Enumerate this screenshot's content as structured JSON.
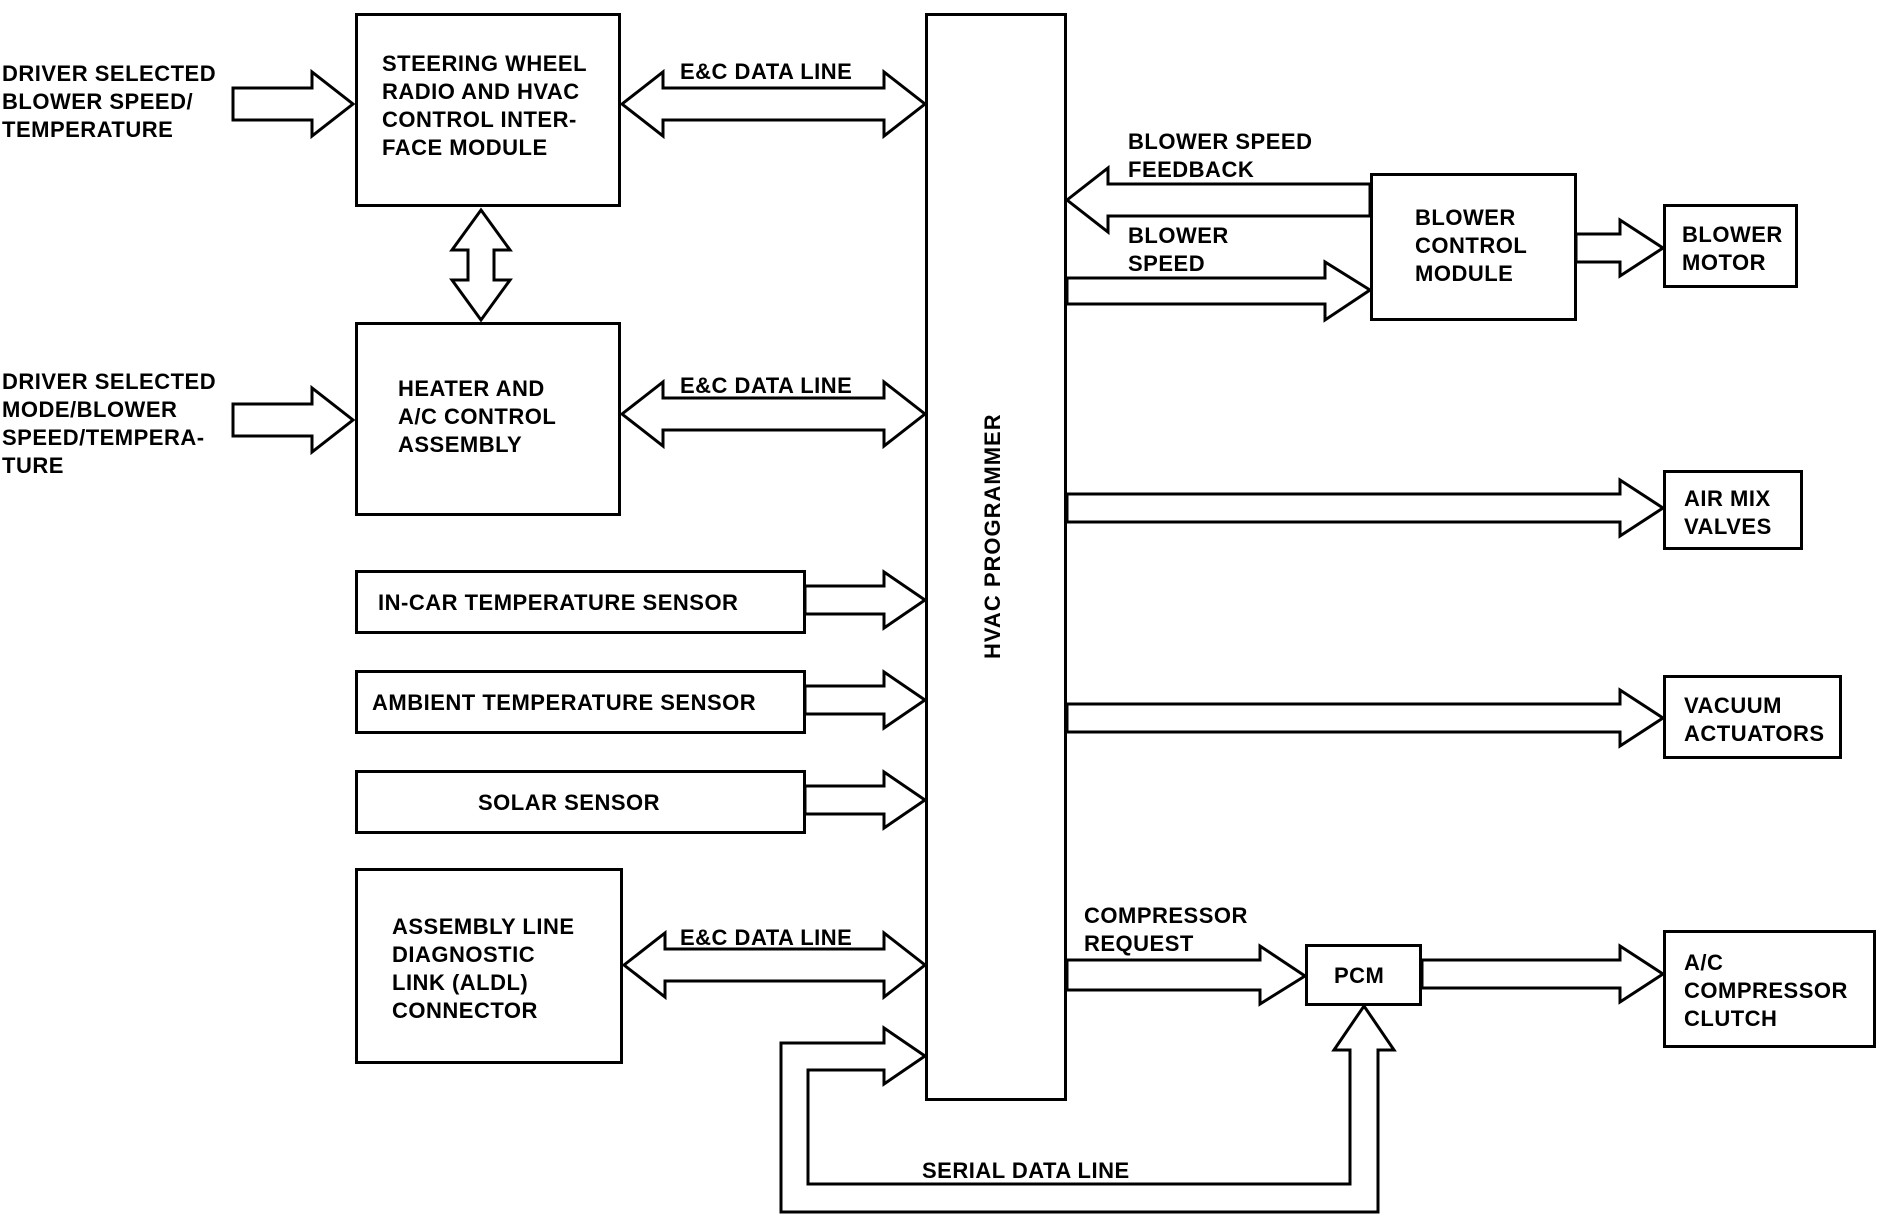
{
  "inputs": {
    "driver_selected_1": "DRIVER SELECTED\nBLOWER SPEED/\nTEMPERATURE",
    "driver_selected_2": "DRIVER SELECTED\nMODE/BLOWER\nSPEED/TEMPERA-\nTURE"
  },
  "boxes": {
    "steering_wheel": "STEERING WHEEL\nRADIO AND HVAC\nCONTROL INTER-\nFACE MODULE",
    "heater_ac": "HEATER AND\nA/C CONTROL\nASSEMBLY",
    "in_car_sensor": "IN-CAR TEMPERATURE SENSOR",
    "ambient_sensor": "AMBIENT TEMPERATURE SENSOR",
    "solar_sensor": "SOLAR SENSOR",
    "aldl": "ASSEMBLY LINE\nDIAGNOSTIC\nLINK (ALDL)\nCONNECTOR",
    "hvac_programmer": "HVAC PROGRAMMER",
    "blower_control": "BLOWER\nCONTROL\nMODULE",
    "blower_motor": "BLOWER\nMOTOR",
    "air_mix": "AIR MIX\nVALVES",
    "vacuum": "VACUUM\nACTUATORS",
    "pcm": "PCM",
    "compressor_clutch": "A/C\nCOMPRESSOR\nCLUTCH"
  },
  "lines": {
    "ec_data_line_1": "E&C DATA LINE",
    "ec_data_line_2": "E&C DATA LINE",
    "ec_data_line_3": "E&C DATA LINE",
    "blower_speed_feedback": "BLOWER SPEED\nFEEDBACK",
    "blower_speed": "BLOWER\nSPEED",
    "compressor_request": "COMPRESSOR\nREQUEST",
    "serial_data_line": "SERIAL DATA LINE"
  }
}
